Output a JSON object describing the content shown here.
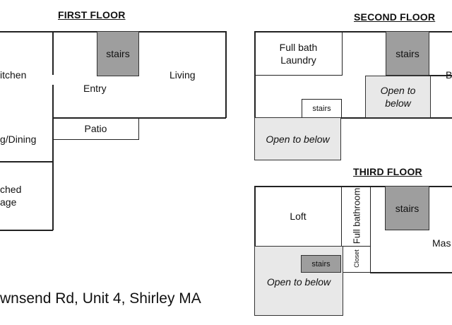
{
  "floors": {
    "first": {
      "heading": "FIRST FLOOR",
      "rooms": {
        "kitchen": "itchen",
        "entry": "Entry",
        "living": "Living",
        "stairs": "stairs",
        "patio": "Patio",
        "dining": "g/Dining",
        "garage_line1": "ched",
        "garage_line2": "age"
      }
    },
    "second": {
      "heading": "SECOND FLOOR",
      "rooms": {
        "bath_line1": "Full bath",
        "bath_line2": "Laundry",
        "stairs": "stairs",
        "small_stairs": "stairs",
        "open_right": "Open to below",
        "open_left": "Open to below",
        "bedroom_partial": "B"
      }
    },
    "third": {
      "heading": "THIRD FLOOR",
      "rooms": {
        "loft": "Loft",
        "full_bathroom": "Full bathroom",
        "stairs": "stairs",
        "small_stairs": "stairs",
        "closet": "Closet",
        "master_partial": "Mas",
        "open_below": "Open to below"
      }
    }
  },
  "address": "wnsend Rd, Unit 4, Shirley MA"
}
